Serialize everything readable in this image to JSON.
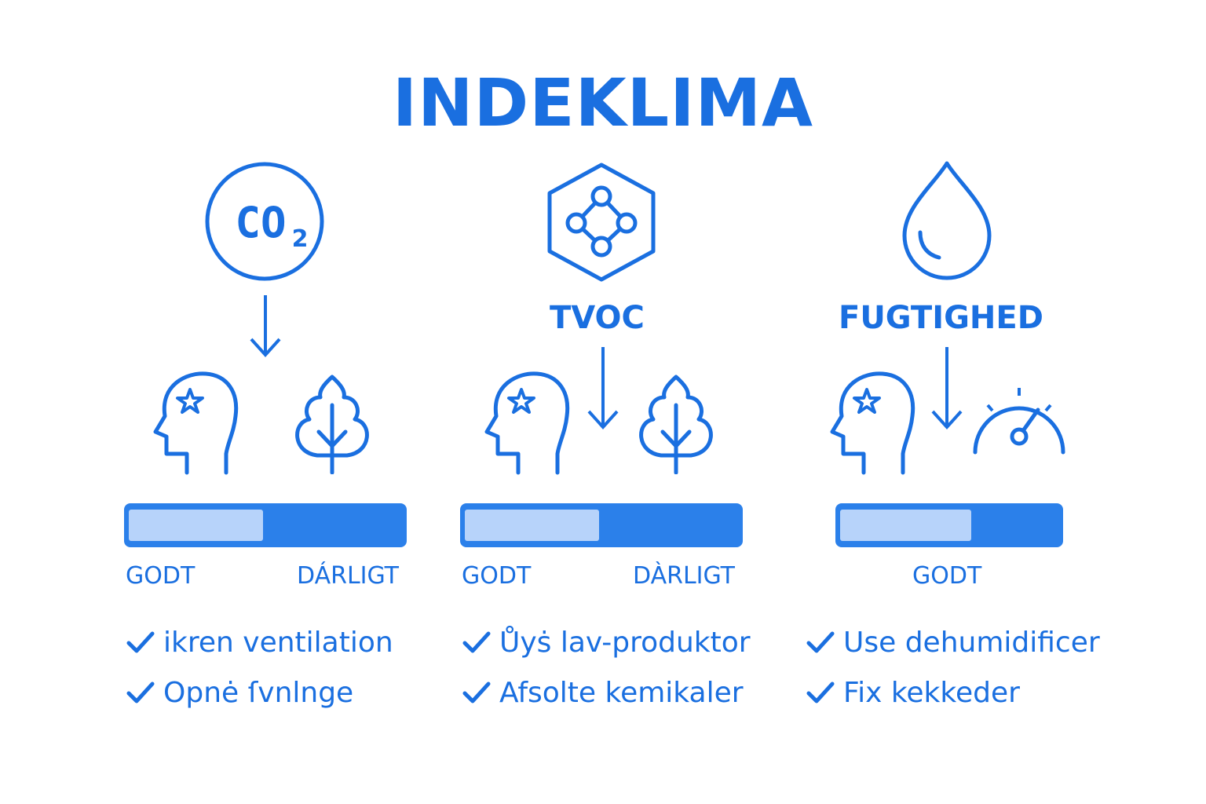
{
  "title": "INDEKLIMA",
  "colors": {
    "accent": "#1a6fe0",
    "bar": "#2b80ea",
    "bar_fill": "#b7d3fa"
  },
  "columns": [
    {
      "icon": "co2-circle-icon",
      "icon_text": "CO",
      "icon_subscript": "2",
      "metric_label": "",
      "bar_level": 0.49,
      "scale_left": "GODT",
      "scale_right": "DÁRLIGT",
      "tips": [
        "ikren ventilation",
        "Opnė ſvnlnge"
      ]
    },
    {
      "icon": "molecule-hexagon-icon",
      "metric_label": "TVOC",
      "bar_level": 0.49,
      "scale_left": "GODT",
      "scale_right": "DÀRLIGT",
      "tips": [
        "Ůyṡ lav-produktor",
        "Afsolte kemikaler"
      ]
    },
    {
      "icon": "water-drop-icon",
      "metric_label": "FUGTIGHED",
      "bar_level": 0.6,
      "scale_left": "GODT",
      "scale_right": "",
      "tips": [
        "Use dehumidificer",
        "Fix kekkeder"
      ]
    }
  ]
}
